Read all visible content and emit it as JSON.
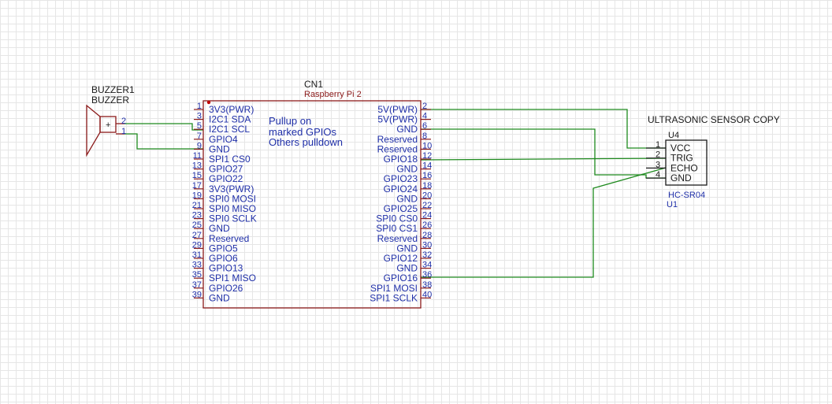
{
  "buzzer": {
    "ref": "BUZZER1",
    "value": "BUZZER",
    "plus": "+",
    "pins": [
      {
        "num": "2"
      },
      {
        "num": "1"
      }
    ]
  },
  "rpi": {
    "ref": "CN1",
    "value": "Raspberry Pi 2",
    "note": [
      "Pullup on",
      "marked GPIOs",
      "Others pulldown"
    ],
    "left_pins": [
      {
        "num": "1",
        "label": "3V3(PWR)"
      },
      {
        "num": "3",
        "label": "I2C1 SDA"
      },
      {
        "num": "5",
        "label": "I2C1 SCL"
      },
      {
        "num": "7",
        "label": "GPIO4"
      },
      {
        "num": "9",
        "label": "GND"
      },
      {
        "num": "11",
        "label": "SPI1 CS0"
      },
      {
        "num": "13",
        "label": "GPIO27"
      },
      {
        "num": "15",
        "label": "GPIO22"
      },
      {
        "num": "17",
        "label": "3V3(PWR)"
      },
      {
        "num": "19",
        "label": "SPI0 MOSI"
      },
      {
        "num": "21",
        "label": "SPI0 MISO"
      },
      {
        "num": "23",
        "label": "SPI0 SCLK"
      },
      {
        "num": "25",
        "label": "GND"
      },
      {
        "num": "27",
        "label": "Reserved"
      },
      {
        "num": "29",
        "label": "GPIO5"
      },
      {
        "num": "31",
        "label": "GPIO6"
      },
      {
        "num": "33",
        "label": "GPIO13"
      },
      {
        "num": "35",
        "label": "SPI1 MISO"
      },
      {
        "num": "37",
        "label": "GPIO26"
      },
      {
        "num": "39",
        "label": "GND"
      }
    ],
    "right_pins": [
      {
        "num": "2",
        "label": "5V(PWR)"
      },
      {
        "num": "4",
        "label": "5V(PWR)"
      },
      {
        "num": "6",
        "label": "GND"
      },
      {
        "num": "8",
        "label": "Reserved"
      },
      {
        "num": "10",
        "label": "Reserved"
      },
      {
        "num": "12",
        "label": "GPIO18"
      },
      {
        "num": "14",
        "label": "GND"
      },
      {
        "num": "16",
        "label": "GPIO23"
      },
      {
        "num": "18",
        "label": "GPIO24"
      },
      {
        "num": "20",
        "label": "GND"
      },
      {
        "num": "22",
        "label": "GPIO25"
      },
      {
        "num": "24",
        "label": "SPI0 CS0"
      },
      {
        "num": "26",
        "label": "SPI0 CS1"
      },
      {
        "num": "28",
        "label": "Reserved"
      },
      {
        "num": "30",
        "label": "GND"
      },
      {
        "num": "32",
        "label": "GPIO12"
      },
      {
        "num": "34",
        "label": "GND"
      },
      {
        "num": "36",
        "label": "GPIO16"
      },
      {
        "num": "38",
        "label": "SPI1 MOSI"
      },
      {
        "num": "40",
        "label": "SPI1 SCLK"
      }
    ]
  },
  "sensor": {
    "title": "ULTRASONIC SENSOR COPY",
    "ref": "U4",
    "value": "HC-SR04",
    "alt_ref": "U1",
    "pins": [
      {
        "num": "1",
        "label": "VCC"
      },
      {
        "num": "2",
        "label": "TRIG"
      },
      {
        "num": "3",
        "label": "ECHO"
      },
      {
        "num": "4",
        "label": "GND"
      }
    ]
  },
  "colors": {
    "wire": "#1e8a1e",
    "component": "#8b1a1a",
    "pin_label": "#1f2fa8",
    "text": "#1a1a1a"
  }
}
